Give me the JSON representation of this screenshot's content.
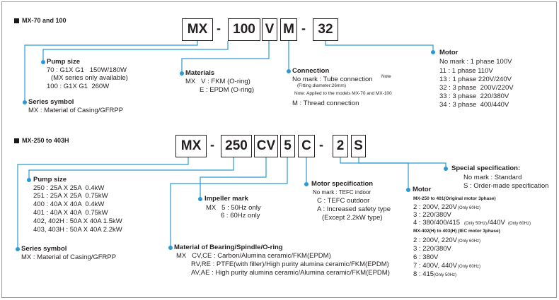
{
  "colors": {
    "line": "#2a9ad3",
    "text": "#231f20"
  },
  "section1": {
    "heading": "MX-70 and 100",
    "code": {
      "c1": "MX",
      "d1": "-",
      "c2": "100",
      "c3": "V",
      "c4": "M",
      "d2": "-",
      "c5": "32"
    },
    "series": {
      "title": "Series symbol",
      "text": "MX : Material of Casing/GFRPP"
    },
    "pump": {
      "title": "Pump size",
      "l1": "70 : G1X G1   150W/180W",
      "l2": "(MX series only available)",
      "l3": "100 : G1X G1  260W"
    },
    "materials": {
      "title": "Materials",
      "l1": "MX   V : FKM (O-ring)",
      "l2": "E : EPDM (O-ring)"
    },
    "connection": {
      "title": "Connection",
      "l1": "No mark : Tube connection",
      "note": "Note",
      "l1b": "(Fitting diameter:26mm)",
      "l2": "Note: Applied to the models MX-70 and MX-100",
      "l3": "M : Thread connection"
    },
    "motor": {
      "title": "Motor",
      "l1": "No mark : 1 phase 100V",
      "l2": "11 : 1 phase 110V",
      "l3": "13 : 1 phase 220V/240V",
      "l4": "32 : 3 phase  200V/220V",
      "l5": "33 : 3 phase  220/380V",
      "l6": "34 : 3 phase  400/440V"
    }
  },
  "section2": {
    "heading": "MX-250 to 403H",
    "code": {
      "c1": "MX",
      "d1": "-",
      "c2": "250",
      "c3": "CV",
      "c4": "5",
      "c5": "C",
      "d2": "-",
      "c6": "2",
      "c7": "S"
    },
    "series": {
      "title": "Series symbol",
      "text": "MX : Material of Casing/GFRPP"
    },
    "pump": {
      "title": "Pump size",
      "rows": [
        "250 : 25A X 25A  0.4kW",
        "251 : 25A X 25A  0.75kW",
        "400 : 40A X 40A  0.4kW",
        "401 : 40A X 40A  0.75kW",
        "402, 402H : 50A X 40A 1.5kW",
        "403, 403H : 50A X 40A 2.2kW"
      ]
    },
    "impeller": {
      "title": "Impeller mark",
      "l1": "MX   5 : 50Hz only",
      "l2": "6 : 60Hz only"
    },
    "bearing": {
      "title": "Material of Bearing/Spindle/O-ring",
      "l1": "MX   CV,CE : Carbon/Alumina ceramic/FKM(EPDM)",
      "l2": "RV,RE : PTFE(with filler)/High purity alumina ceramic/FKM(EPDM)",
      "l3": "AV,AE : High purity alumina ceramic/Alumina ceramic/FKM(EPDM)"
    },
    "motorspec": {
      "title": "Motor specification",
      "l1": "No mark : TEFC indoor",
      "l2": "C : TEFC outdoor",
      "l3": "A : Increased safety type",
      "l4": "(Except 2.2kW type)"
    },
    "motor": {
      "title": "Motor",
      "h1": "MX-250 to 401(Original motor 3phase)",
      "a1": "2 : 200V, 220V",
      "a1s": "(Only 60Hz)",
      "a2": "3 : 220/380V",
      "a3": "4 : 380/400/415",
      "a3s": "(Only 50Hz)",
      "a3b": "/440V",
      "a3t": "(Only 60Hz)",
      "h2": "MX-402(H) to 403(H) (IEC motor 3phase)",
      "b1": "2 : 200V, 220V",
      "b1s": "(Only 60Hz)",
      "b2": "3 : 220/380V",
      "b3": "6 : 380V",
      "b4": "7 : 400V, 440V",
      "b4s": "(Only 60Hz)",
      "b5": "8 : 415",
      "b5s": "(Only 50Hz)"
    },
    "special": {
      "title": "Special specification:",
      "l1": "No mark : Standard",
      "l2": "S : Order-made specification"
    }
  }
}
